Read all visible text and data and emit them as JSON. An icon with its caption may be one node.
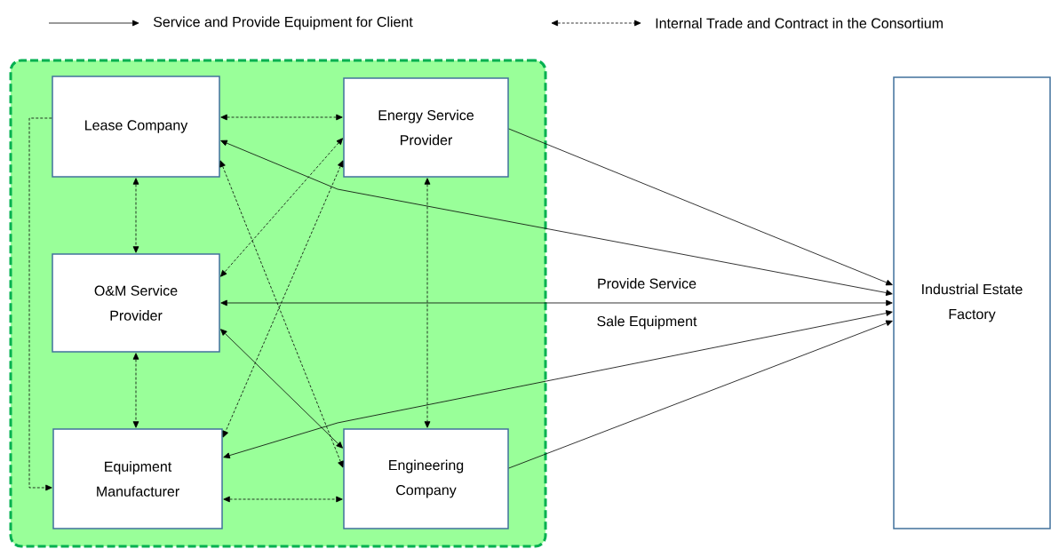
{
  "diagram": {
    "nodes": [
      {
        "text": [],
        "shape": "box"
      },
      {
        "text": [
          "Lease Company"
        ],
        "in": 0
      },
      {
        "text": [
          "Energy Service Provider"
        ],
        "in": 0
      },
      {
        "text": [
          "O&M Service Provider"
        ],
        "in": 0
      },
      {
        "text": [
          "Equipment Manufacturer"
        ],
        "in": 0
      },
      {
        "text": [
          "Engineering Company"
        ],
        "in": 0
      },
      {
        "text": [
          "Industrial Estate Factory"
        ]
      }
    ],
    "edges": [
      {
        "from": 2,
        "to": 6,
        "arrow": "to"
      },
      {
        "from": 6,
        "to": 1,
        "arrow": "both"
      },
      {
        "from": 6,
        "to": 3,
        "arrow": "both"
      },
      {
        "from": 6,
        "to": 4,
        "arrow": "both"
      },
      {
        "from": 5,
        "to": 6,
        "arrow": "to"
      },
      {
        "from": 1,
        "to": 2,
        "arrow": "both",
        "style": "dashed"
      },
      {
        "from": 1,
        "to": 3,
        "arrow": "both",
        "style": "dashed"
      },
      {
        "from": 3,
        "to": 4,
        "arrow": "both",
        "style": "dashed"
      },
      {
        "from": 1,
        "to": 4,
        "arrow": "to",
        "style": "dashed"
      },
      {
        "from": 2,
        "to": 5,
        "arrow": "both",
        "style": "dashed"
      },
      {
        "from": 4,
        "to": 5,
        "arrow": "both",
        "style": "dashed"
      },
      {
        "from": 1,
        "to": 5,
        "arrow": "both",
        "style": "dashed"
      },
      {
        "from": 2,
        "to": 3,
        "arrow": "both",
        "style": "dashed"
      },
      {
        "from": 2,
        "to": 4,
        "arrow": "both",
        "style": "dashed"
      },
      {
        "from": 3,
        "to": 5,
        "arrow": "both"
      }
    ],
    "labels": [
      "Provide Service",
      "Sale Equipment"
    ],
    "legend": [
      {
        "text": "Service and Provide Equipment for Client"
      },
      {
        "text": "Internal Trade and Contract in the Consortium"
      }
    ]
  }
}
